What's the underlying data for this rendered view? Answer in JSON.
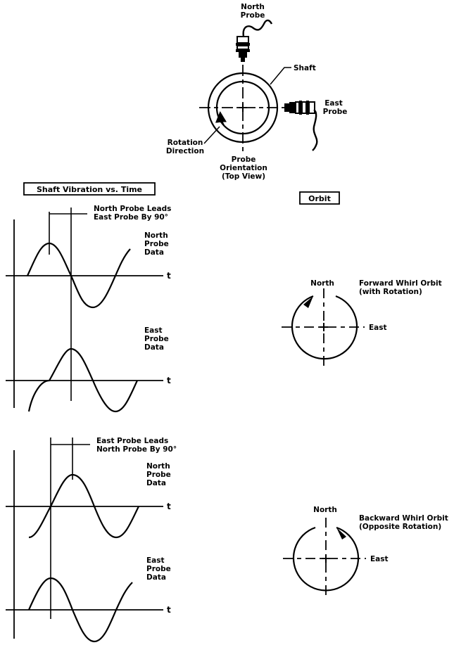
{
  "probe_orientation": {
    "north_probe": [
      "North",
      "Probe"
    ],
    "east_probe": [
      "East",
      "Probe"
    ],
    "shaft": "Shaft",
    "rotation_direction": [
      "Rotation",
      "Direction"
    ],
    "orientation_caption": [
      "Probe",
      "Orientation",
      "(Top View)"
    ]
  },
  "headers": {
    "vibration_vs_time": "Shaft Vibration vs. Time",
    "orbit": "Orbit"
  },
  "forward_case": {
    "lead_note": [
      "North Probe Leads",
      "East Probe By 90°"
    ],
    "north_data": [
      "North",
      "Probe",
      "Data"
    ],
    "east_data": [
      "East",
      "Probe",
      "Data"
    ],
    "time_axis": "t",
    "orbit_north": "North",
    "orbit_east": "East",
    "orbit_caption": [
      "Forward Whirl Orbit",
      "(with Rotation)"
    ]
  },
  "backward_case": {
    "lead_note": [
      "East Probe Leads",
      "North Probe By 90°"
    ],
    "north_data": [
      "North",
      "Probe",
      "Data"
    ],
    "east_data": [
      "East",
      "Probe",
      "Data"
    ],
    "time_axis": "t",
    "orbit_north": "North",
    "orbit_east": "East",
    "orbit_caption": [
      "Backward Whirl Orbit",
      "(Opposite Rotation)"
    ]
  }
}
